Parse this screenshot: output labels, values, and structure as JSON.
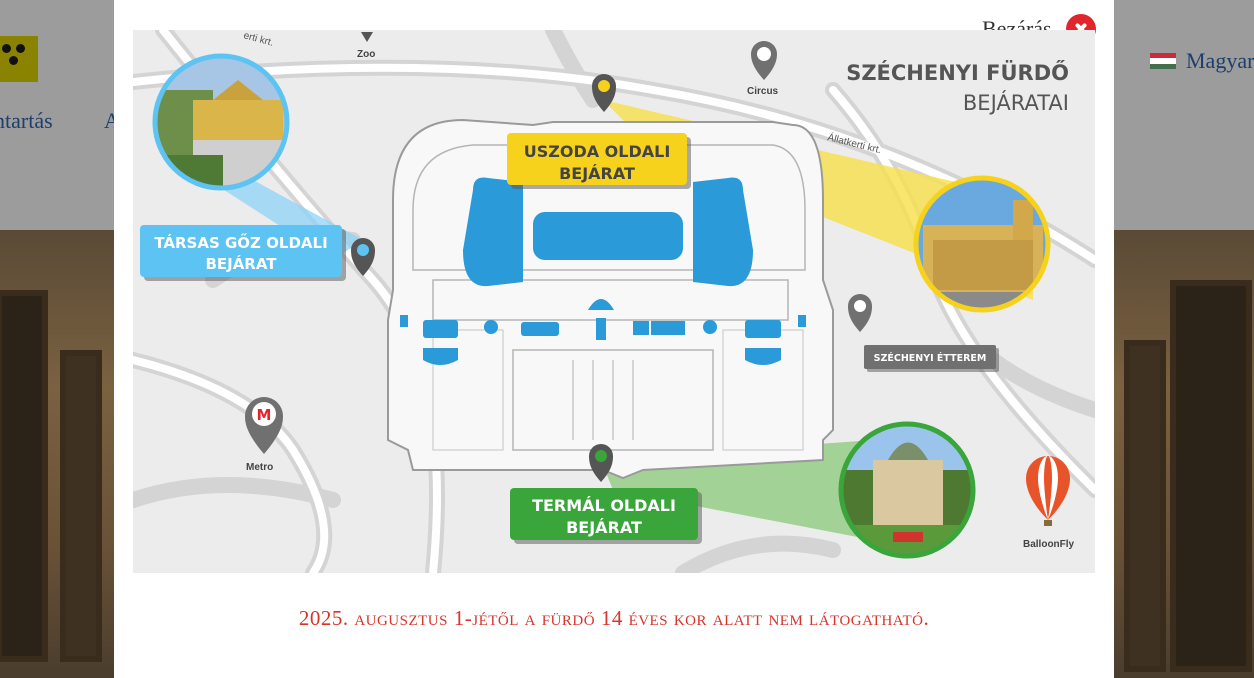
{
  "background": {
    "nav_item_1": "ntartás",
    "nav_item_2": "A",
    "language": "Magyar",
    "flag_colors": [
      "#cd2a3e",
      "#ffffff",
      "#436f4d"
    ]
  },
  "modal": {
    "close_label": "Bezárás",
    "title_line1": "SZÉCHENYI FÜRDŐ",
    "title_line2": "BEJÁRATAI",
    "notice": "2025. augusztus 1-jétől a fürdő 14 éves kor alatt nem látogatható."
  },
  "map": {
    "entrances": {
      "pool": {
        "line1": "USZODA OLDALI",
        "line2": "BEJÁRAT",
        "color": "#f6d21c"
      },
      "steam": {
        "line1": "TÁRSAS GŐZ OLDALI",
        "line2": "BEJÁRAT",
        "color": "#5cc3f2"
      },
      "thermal": {
        "line1": "TERMÁL OLDALI",
        "line2": "BEJÁRAT",
        "color": "#3aa53a"
      }
    },
    "landmarks": {
      "zoo": "Zoo",
      "circus": "Circus",
      "metro": "Metro",
      "restaurant": "SZÉCHENYI ÉTTEREM",
      "balloon": "BalloonFly"
    },
    "streets": {
      "allatkerti": "Állatkerti krt.",
      "krt_top": "erti krt."
    },
    "metro_icon_letter": "M"
  }
}
